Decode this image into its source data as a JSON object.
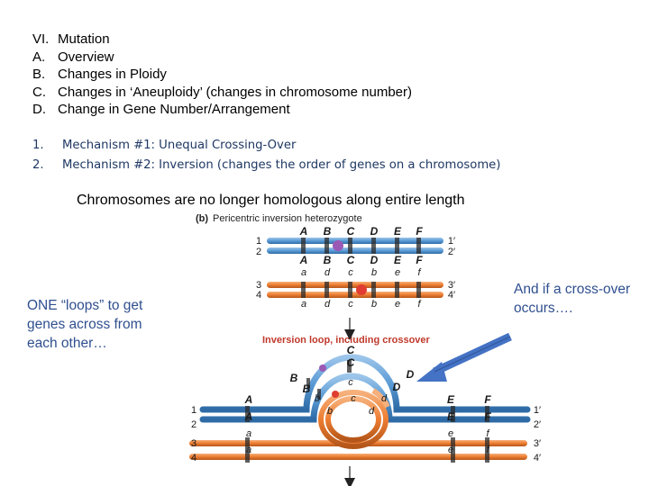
{
  "outline": [
    {
      "marker": "VI.",
      "text": "Mutation"
    },
    {
      "marker": "A.",
      "text": "Overview"
    },
    {
      "marker": "B.",
      "text": "Changes in Ploidy"
    },
    {
      "marker": "C.",
      "text": "Changes in ‘Aneuploidy’ (changes in chromosome number)"
    },
    {
      "marker": "D.",
      "text": "Change in Gene Number/Arrangement"
    }
  ],
  "mechanisms": [
    {
      "marker": "1.",
      "text": "Mechanism #1: Unequal Crossing-Over"
    },
    {
      "marker": "2.",
      "text": "Mechanism #2: Inversion (changes the order of genes on a chromosome)"
    }
  ],
  "caption": "Chromosomes are no longer homologous along entire length",
  "note_left": "ONE “loops” to get genes across from each other…",
  "note_right": "And  if a cross-over occurs….",
  "figure": {
    "panel_label": "(b)",
    "panel_title": "Pericentric inversion heterozygote",
    "loop_title": "Inversion loop, including crossover",
    "top_pair": {
      "upper_genes": [
        "A",
        "B",
        "C",
        "D",
        "E",
        "F"
      ],
      "lower_genes_label_row": [
        "a",
        "d",
        "c",
        "b",
        "e",
        "f"
      ],
      "strand_left": [
        "1",
        "2",
        "3",
        "4"
      ],
      "strand_right": [
        "1′",
        "2′",
        "3′",
        "4′"
      ]
    },
    "loop_labels": {
      "upper": [
        "A",
        "A",
        "B",
        "B",
        "C",
        "C",
        "D",
        "D",
        "E",
        "E",
        "F",
        "F"
      ],
      "lower": [
        "a",
        "a",
        "b",
        "b",
        "c",
        "c",
        "d",
        "d",
        "e",
        "e",
        "f",
        "f"
      ],
      "strand_left": [
        "1",
        "2",
        "3",
        "4"
      ],
      "strand_right": [
        "1′",
        "2′",
        "3′",
        "4′"
      ]
    },
    "colors": {
      "blue_chromosome": "#5B9BD5",
      "blue_dark": "#2E5E8C",
      "orange_chromosome": "#ED7D31",
      "orange_dark": "#B4561A",
      "centromere_purple": "#9B59B6",
      "centromere_red": "#E03C31",
      "arrow_blue": "#4472C4"
    }
  }
}
